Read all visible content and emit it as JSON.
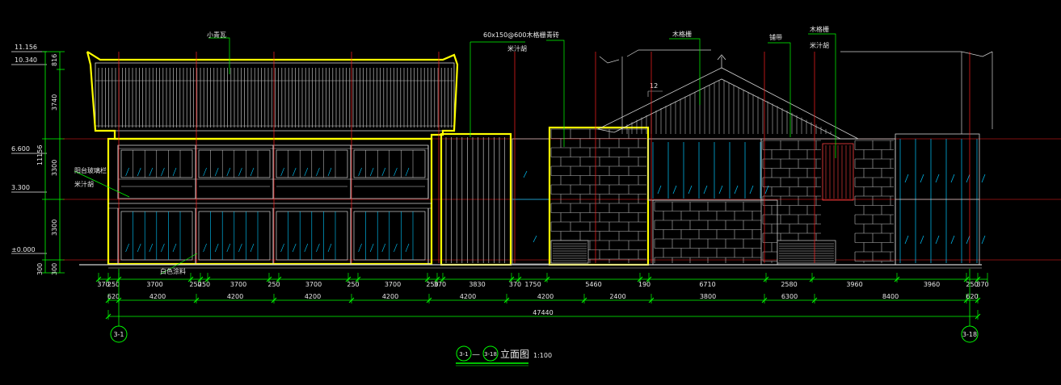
{
  "drawing": {
    "title_axis_start": "3-1",
    "title_dash": "—",
    "title_axis_end": "3-18",
    "title_text": "立面图",
    "scale": "1:100",
    "axis_left": "3-1",
    "axis_right": "3-18"
  },
  "levels": {
    "top": "11.156",
    "eave": "10.340",
    "l3": "6.600",
    "l2": "3.300",
    "ground": "±0.000"
  },
  "vertical_dims": {
    "d816": "816",
    "d3740": "3740",
    "d11156": "11156",
    "d3300a": "3300",
    "d3300b": "3300",
    "d300a": "300",
    "d300b": "300"
  },
  "annotations": {
    "small_tile": "小青瓦",
    "wood_grille_1": "60x150@600木格栅",
    "paint_1": "米汁胡",
    "green_brick": "青砖",
    "wood_frame": "木格栅",
    "flashing": "铺带",
    "wood_grille_2": "木格栅",
    "paint_2": "米汁胡",
    "slope": "12",
    "balcony_1": "阳台玻璃栏",
    "balcony_2": "米汁胡",
    "white_paint": "白色涂料"
  },
  "dims_row1": [
    "370",
    "250",
    "3700",
    "250",
    "250",
    "3700",
    "250",
    "3700",
    "250",
    "3700",
    "250",
    "370",
    "3830",
    "370",
    "1750",
    "5460",
    "190",
    "6710",
    "2580",
    "3960",
    "3960",
    "250",
    "370"
  ],
  "dims_row2": [
    "620",
    "4200",
    "4200",
    "4200",
    "4200",
    "4200",
    "4200",
    "2400",
    "3800",
    "6300",
    "8400",
    "620"
  ],
  "dims_total": "47440",
  "colors": {
    "highlight": "#ffff00",
    "axis": "#ff2020",
    "glass": "#00c8ff",
    "dimension": "#00ff00",
    "wall": "#d0d0d0"
  }
}
